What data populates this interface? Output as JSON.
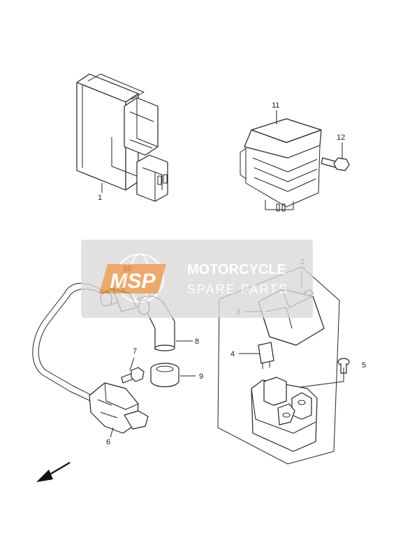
{
  "callouts": {
    "p1": "1",
    "p2": "2",
    "p3": "3",
    "p4": "4",
    "p5": "5",
    "p6": "6",
    "p7": "7",
    "p8": "8",
    "p9": "9",
    "p10": "10",
    "p11": "11",
    "p12": "12"
  },
  "watermark": {
    "logo_text": "MSP",
    "line1": "MOTORCYCLE",
    "line2": "SPARE PARTS",
    "accent_color": "#e8913f",
    "box_color": "#d9d9d9"
  },
  "icons": {
    "direction": "front-direction-arrow-icon"
  }
}
